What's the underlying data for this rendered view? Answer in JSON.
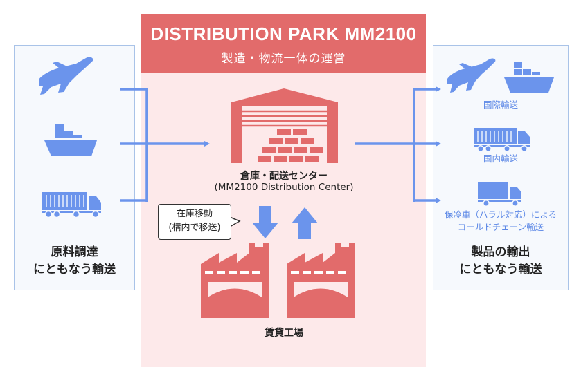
{
  "header": {
    "title": "DISTRIBUTION PARK MM2100",
    "subtitle": "製造・物流一体の運営"
  },
  "left_panel": {
    "caption_line1": "原料調達",
    "caption_line2": "にともなう輸送",
    "icons": [
      "airplane-icon",
      "cargo-ship-icon",
      "container-truck-icon"
    ]
  },
  "center": {
    "warehouse_label": "倉庫・配送センター",
    "warehouse_label_en": "(MM2100 Distribution Center)",
    "bubble_line1": "在庫移動",
    "bubble_line2": "(構内で移送)",
    "factory_label": "賃貸工場"
  },
  "right_panel": {
    "international_label": "国際輸送",
    "domestic_label": "国内輸送",
    "cold_line1": "保冷車（ハラル対応）による",
    "cold_line2": "コールドチェーン輸送",
    "caption_line1": "製品の輸出",
    "caption_line2": "にともなう輸送"
  },
  "colors": {
    "red": "#e26b6b",
    "pink_bg": "#fde9ea",
    "blue": "#6b94ec",
    "label_blue": "#5b87e6",
    "box_border": "#a9c3e8"
  }
}
